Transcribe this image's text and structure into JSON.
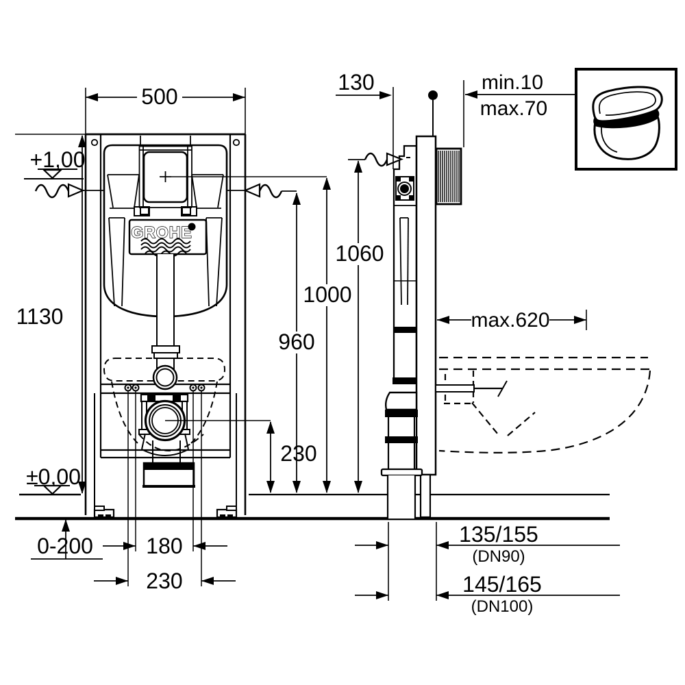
{
  "brand": {
    "logo_text": "GROHE"
  },
  "front_view": {
    "width": "500",
    "height": "1130",
    "upper_level": "+1,00",
    "floor_level": "±0,00",
    "foot_adjustment": "0-200",
    "bolt_spacing_inner": "180",
    "bolt_spacing_outer": "230",
    "outlet_height": "230",
    "water_level_height": "960",
    "actuation_height": "1000"
  },
  "side_view": {
    "frame_depth": "130",
    "protrusion_min": "min.10",
    "protrusion_max": "max.70",
    "supply_height": "1060",
    "panel_max_height": "max.620",
    "outlet_offset_dn90": "135/155",
    "outlet_dn90": "(DN90)",
    "outlet_offset_dn100": "145/165",
    "outlet_dn100": "(DN100)"
  },
  "colors": {
    "line": "#000000",
    "background": "#ffffff"
  }
}
